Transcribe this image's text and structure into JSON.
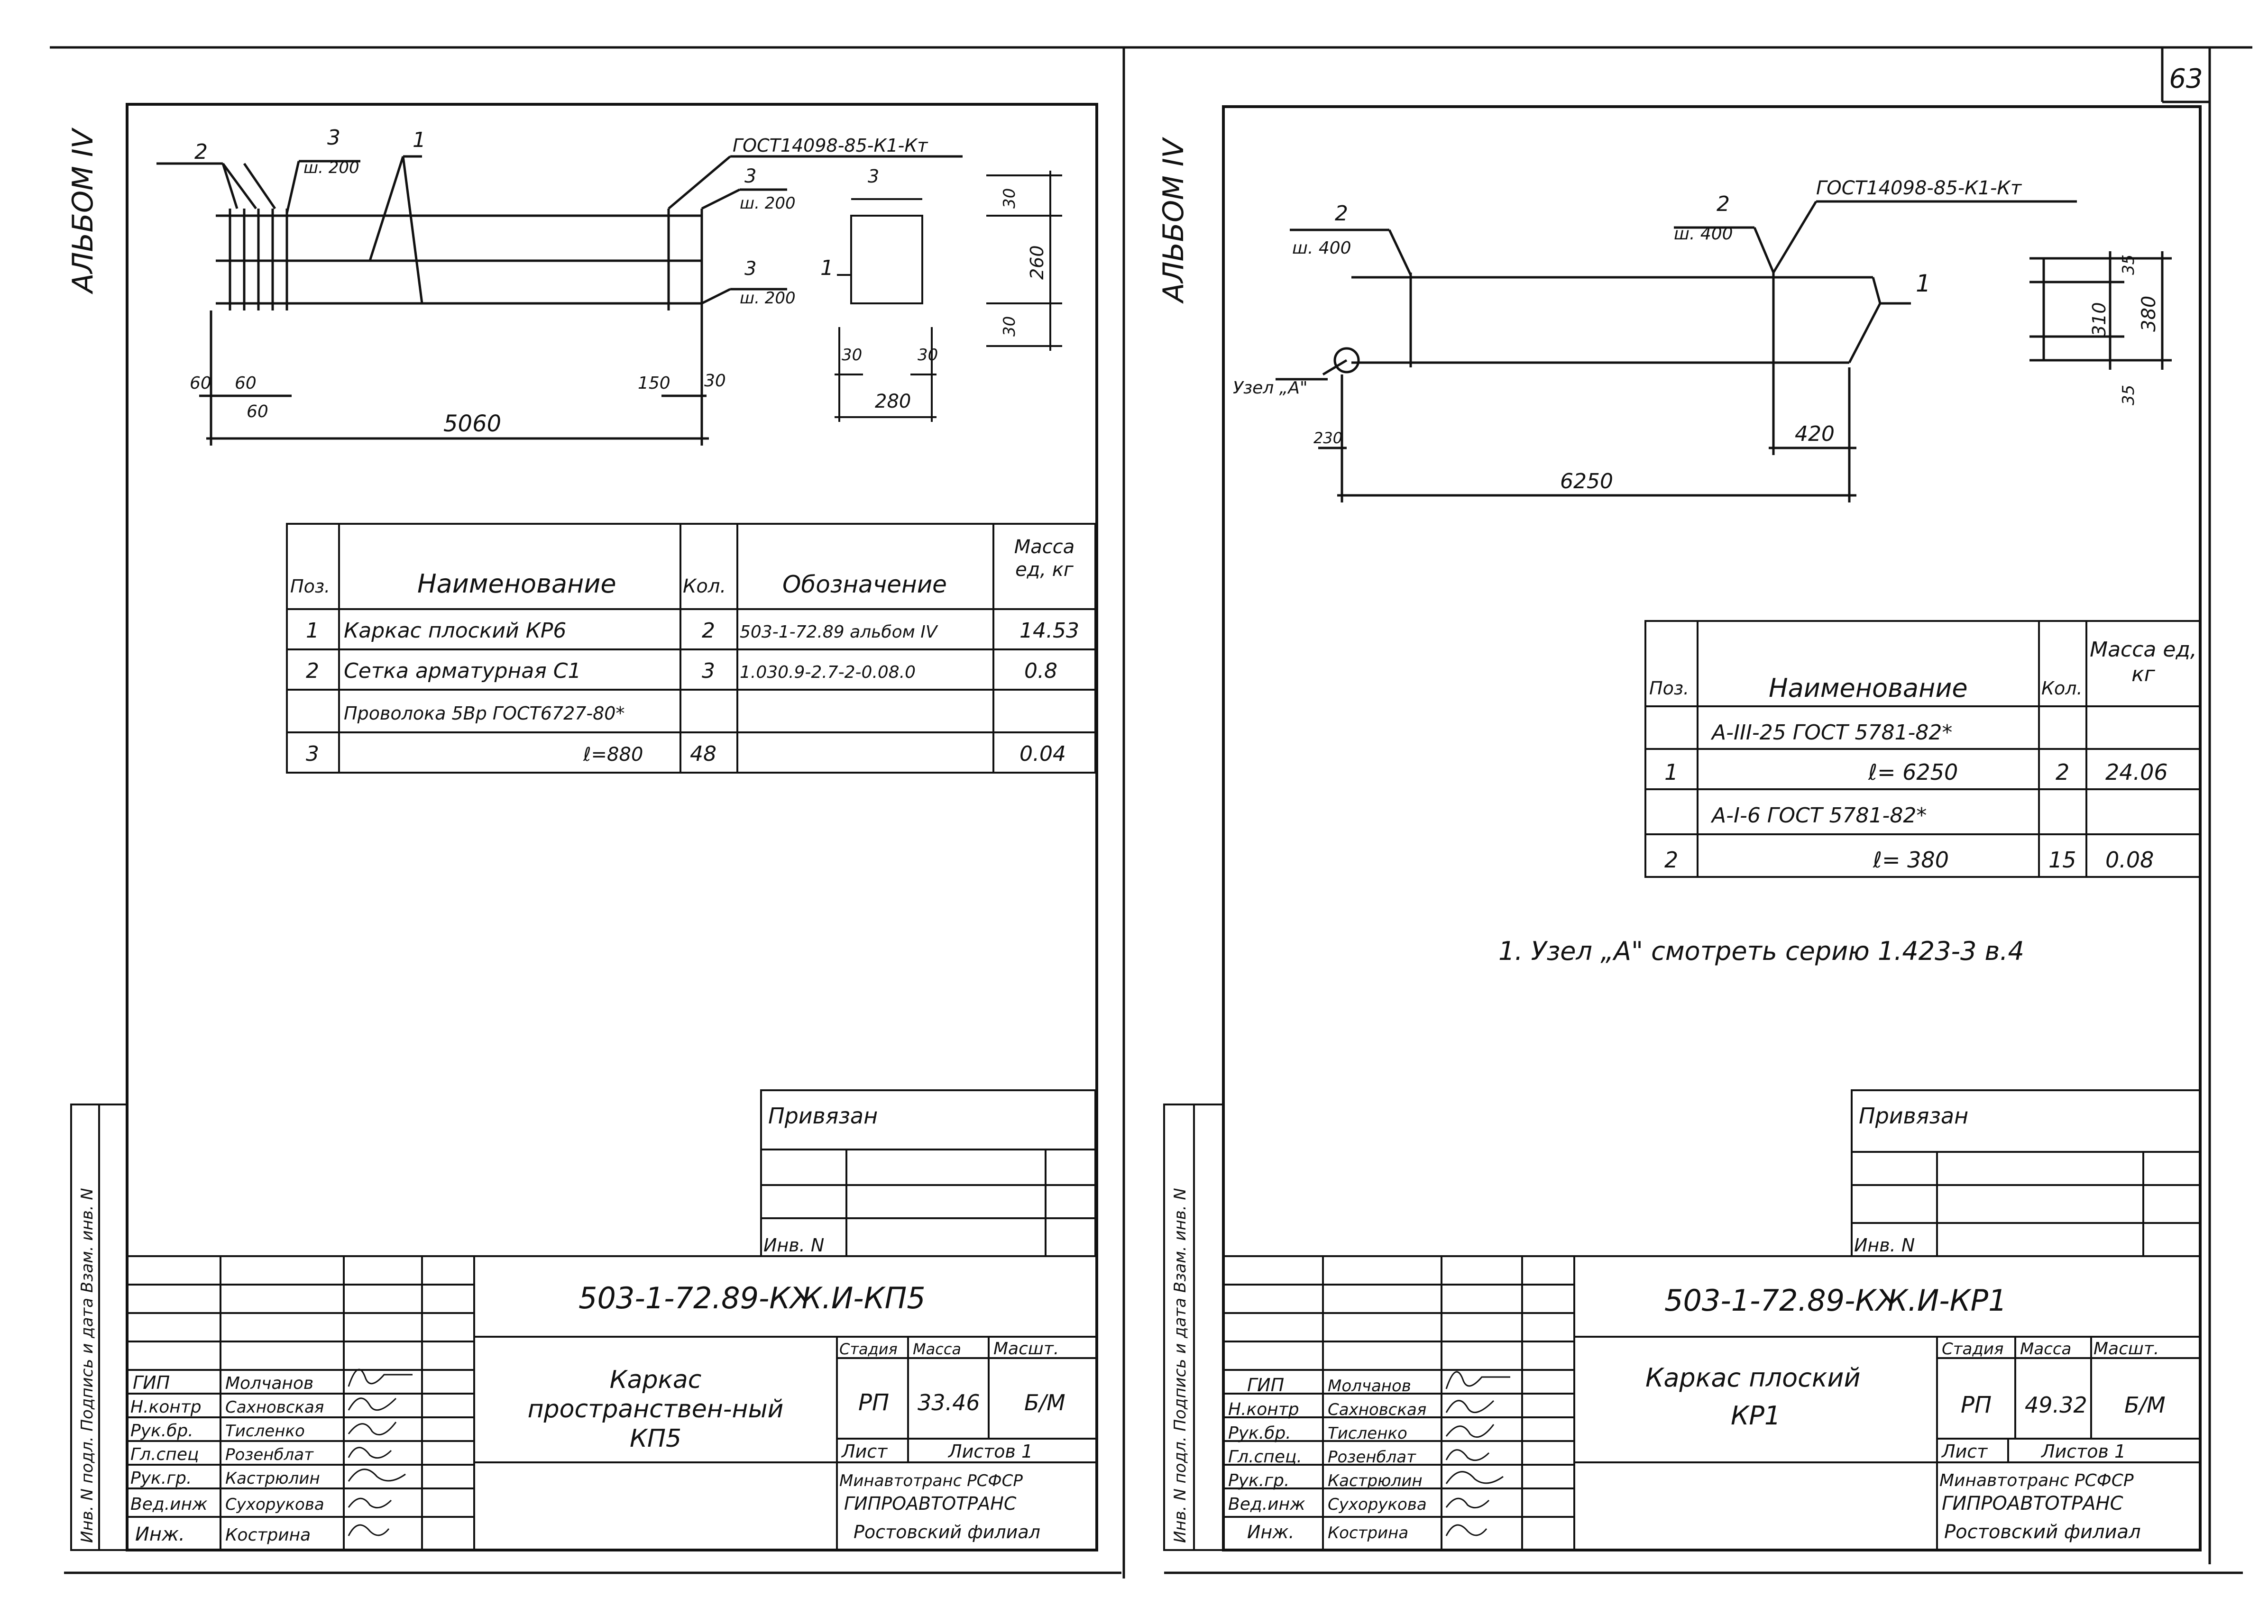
{
  "page_number": "63",
  "left": {
    "album": "АЛЬБОМ IV",
    "side": "Инв. N подл. Подпись и дата Взам. инв. N",
    "drawing": {
      "pos_labels": [
        "2",
        "3",
        "1"
      ],
      "spacing_1": "ш. 200",
      "gost": "ГОСТ14098-85-К1-Кт",
      "callout_3a": "3",
      "callout_3a_sp": "ш. 200",
      "callout_3b": "3",
      "callout_3b_sp": "ш. 200",
      "dim_60a": "60",
      "dim_60b": "60",
      "dim_60c": "60",
      "dim_150": "150",
      "dim_30": "30",
      "dim_5060": "5060",
      "sec_pos_3": "3",
      "sec_pos_1": "1",
      "sec_dim_30_top": "30",
      "sec_dim_260": "260",
      "sec_dim_30_bot": "30",
      "sec_dim_30_l": "30",
      "sec_dim_30_r": "30",
      "sec_dim_280": "280"
    },
    "spec": {
      "headers": [
        "Поз.",
        "Наименование",
        "Кол.",
        "Обозначение",
        "Масса ед, кг"
      ],
      "rows": [
        {
          "pos": "1",
          "name": "Каркас плоский  КР6",
          "qty": "2",
          "doc": "503-1-72.89 альбом IV",
          "mass": "14.53"
        },
        {
          "pos": "2",
          "name": "Сетка арматурная С1",
          "qty": "3",
          "doc": "1.030.9-2.7-2-0.08.0",
          "mass": "0.8"
        },
        {
          "pos": "",
          "name": "Проволока 5Вр ГОСТ6727-80*",
          "qty": "",
          "doc": "",
          "mass": ""
        },
        {
          "pos": "3",
          "name": "ℓ=880",
          "qty": "48",
          "doc": "",
          "mass": "0.04"
        }
      ]
    },
    "privyazan": "Привязан",
    "inv_n": "Инв. N",
    "title": {
      "code": "503-1-72.89-КЖ.И-КП5",
      "name": "Каркас пространствен-ный КП5",
      "stage_h": "Стадия",
      "mass_h": "Масса",
      "scale_h": "Масшт.",
      "stage": "РП",
      "mass": "33.46",
      "scale": "Б/М",
      "sheet_h": "Лист",
      "sheets_h": "Листов 1",
      "org": [
        "Минавтотранс РСФСР",
        "ГИПРОАВТОТРАНС",
        "Ростовский филиал"
      ],
      "staff": [
        {
          "role": "ГИП",
          "name": "Молчанов"
        },
        {
          "role": "Н.контр",
          "name": "Сахновская"
        },
        {
          "role": "Рук.бр.",
          "name": "Тисленко"
        },
        {
          "role": "Гл.спец",
          "name": "Розенблат"
        },
        {
          "role": "Рук.гр.",
          "name": "Кастрюлин"
        },
        {
          "role": "Вед.инж",
          "name": "Сухорукова"
        },
        {
          "role": "Инж.",
          "name": "Кострина"
        }
      ]
    }
  },
  "right": {
    "album": "АЛЬБОМ IV",
    "side": "Инв. N подл. Подпись и дата Взам. инв. N",
    "drawing": {
      "pos_2a": "2",
      "pos_2a_sp": "ш. 400",
      "pos_2b": "2",
      "pos_2b_sp": "ш. 400",
      "gost": "ГОСТ14098-85-К1-Кт",
      "pos_1": "1",
      "node": "Узел „А\"",
      "dim_230": "230",
      "dim_420": "420",
      "dim_6250": "6250",
      "sec_35_top": "35",
      "sec_310": "310",
      "sec_380": "380",
      "sec_35_bot": "35"
    },
    "spec": {
      "headers": [
        "Поз.",
        "Наименование",
        "Кол.",
        "Масса ед, кг"
      ],
      "rows": [
        {
          "pos": "",
          "name": "А-III-25  ГОСТ 5781-82*",
          "qty": "",
          "mass": ""
        },
        {
          "pos": "1",
          "name": "ℓ= 6250",
          "qty": "2",
          "mass": "24.06"
        },
        {
          "pos": "",
          "name": "А-I-6  ГОСТ 5781-82*",
          "qty": "",
          "mass": ""
        },
        {
          "pos": "2",
          "name": "ℓ= 380",
          "qty": "15",
          "mass": "0.08"
        }
      ]
    },
    "note": "1. Узел „А\" смотреть серию 1.423-3 в.4",
    "privyazan": "Привязан",
    "inv_n": "Инв. N",
    "title": {
      "code": "503-1-72.89-КЖ.И-КР1",
      "name_1": "Каркас плоский",
      "name_2": "КР1",
      "stage_h": "Стадия",
      "mass_h": "Масса",
      "scale_h": "Масшт.",
      "stage": "РП",
      "mass": "49.32",
      "scale": "Б/М",
      "sheet_h": "Лист",
      "sheets_h": "Листов 1",
      "org": [
        "Минавтотранс РСФСР",
        "ГИПРОАВТОТРАНС",
        "Ростовский филиал"
      ],
      "staff": [
        {
          "role": "ГИП",
          "name": "Молчанов"
        },
        {
          "role": "Н.контр",
          "name": "Сахновская"
        },
        {
          "role": "Рук.бр.",
          "name": "Тисленко"
        },
        {
          "role": "Гл.спец.",
          "name": "Розенблат"
        },
        {
          "role": "Рук.гр.",
          "name": "Кастрюлин"
        },
        {
          "role": "Вед.инж",
          "name": "Сухорукова"
        },
        {
          "role": "Инж.",
          "name": "Кострина"
        }
      ]
    }
  }
}
